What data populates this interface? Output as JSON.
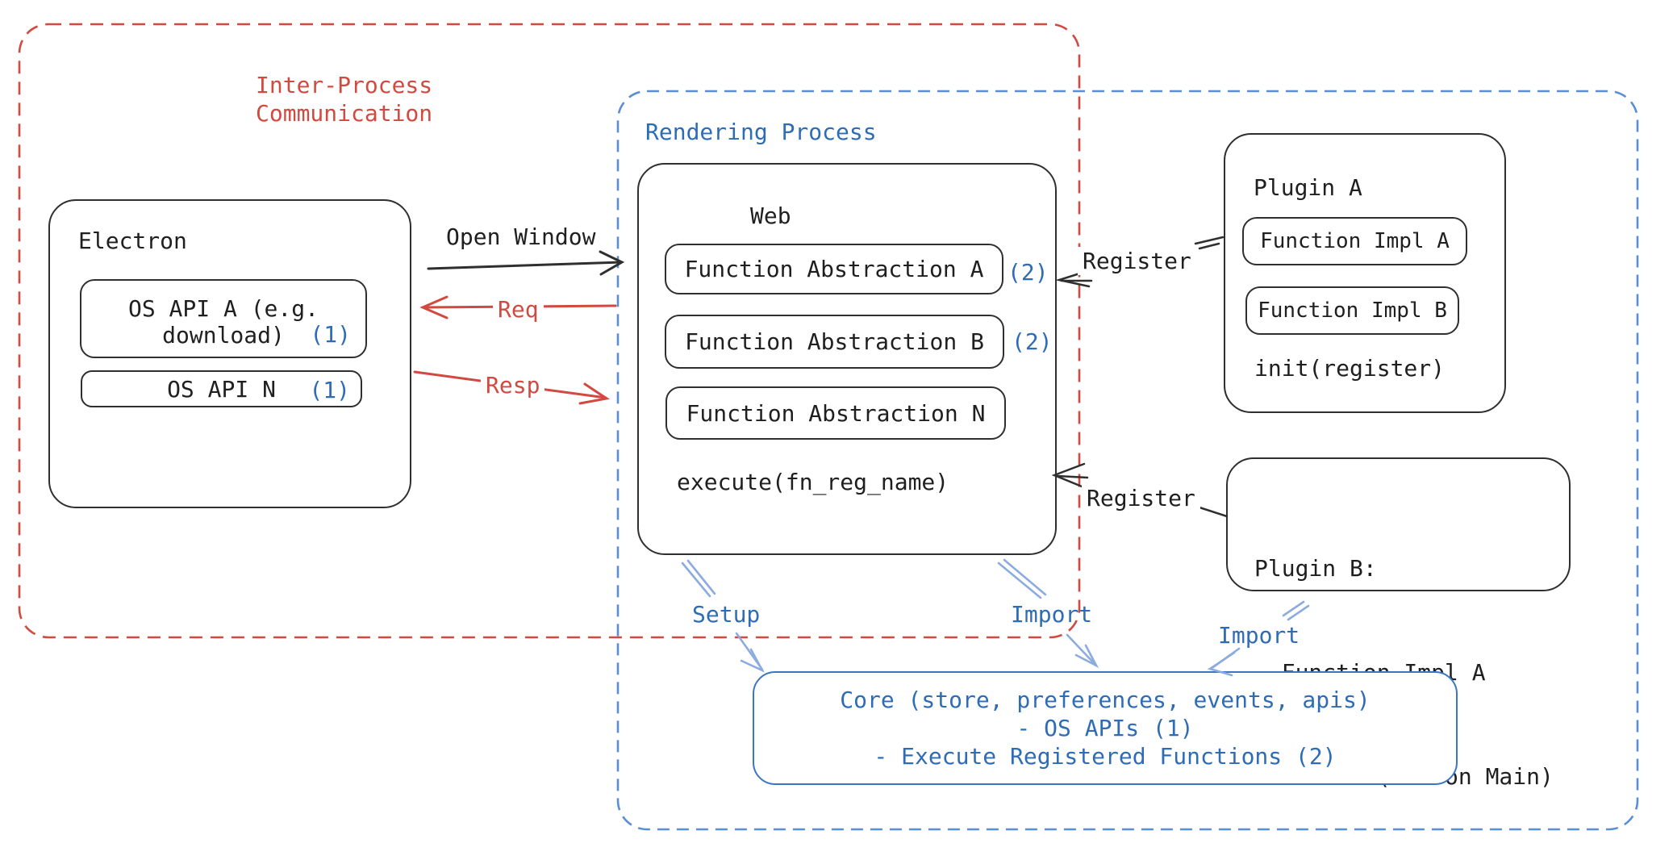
{
  "ipc_box": {
    "label": "Inter-Process\nCommunication"
  },
  "rendering_box": {
    "label": "Rendering Process"
  },
  "electron": {
    "title": "Electron",
    "os_api_a": {
      "line1": "OS API A (e.g.",
      "line2": "download)",
      "badge": "(1)"
    },
    "os_api_n": {
      "label": "OS API N",
      "badge": "(1)"
    }
  },
  "flows": {
    "open_window": "Open Window",
    "req": "Req",
    "resp": "Resp",
    "register_top": "Register",
    "register_bottom": "Register",
    "setup": "Setup",
    "import_web": "Import",
    "import_plugin": "Import"
  },
  "web": {
    "title": "Web",
    "fn_abstraction_a": {
      "label": "Function Abstraction A",
      "badge": "(2)"
    },
    "fn_abstraction_b": {
      "label": "Function Abstraction B",
      "badge": "(2)"
    },
    "fn_abstraction_n": {
      "label": "Function Abstraction N"
    },
    "execute": "execute(fn_reg_name)"
  },
  "plugin_a": {
    "title": "Plugin A",
    "impl_a": "Function Impl A",
    "impl_b": "Function Impl B",
    "init": "init(register)"
  },
  "plugin_b": {
    "line1": "Plugin B:",
    "line2": "- Function Impl A",
    "line3": "- Module (run on Main)"
  },
  "core": {
    "line1": "Core (store, preferences, events, apis)",
    "line2": "- OS APIs (1)",
    "line3": "- Execute Registered Functions (2)"
  },
  "colors": {
    "red": "#d14a42",
    "blue": "#2e6cb5",
    "light_blue": "#8cabdf",
    "dashed_blue": "#5b8ed6",
    "black": "#2f2f2f"
  }
}
